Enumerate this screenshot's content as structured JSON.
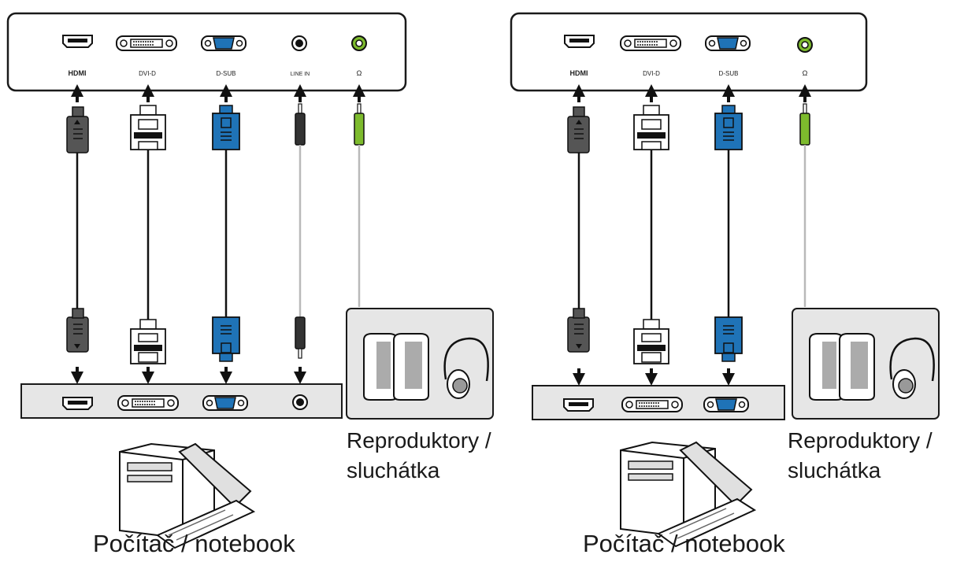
{
  "diagrams": [
    {
      "monitor_ports": [
        {
          "label": "HDMI",
          "type": "hdmi"
        },
        {
          "label": "DVI-D",
          "type": "dvi"
        },
        {
          "label": "D-SUB",
          "type": "vga"
        },
        {
          "label": "LINE IN",
          "type": "audio-in"
        },
        {
          "label": "Ω",
          "type": "headphone"
        }
      ],
      "speakers_label": [
        "Reproduktory /",
        "sluchátka"
      ],
      "computer_label": "Počítač / notebook"
    },
    {
      "monitor_ports": [
        {
          "label": "HDMI",
          "type": "hdmi"
        },
        {
          "label": "DVI-D",
          "type": "dvi"
        },
        {
          "label": "D-SUB",
          "type": "vga"
        },
        {
          "label": "Ω",
          "type": "headphone"
        }
      ],
      "speakers_label": [
        "Reproduktory /",
        "sluchátka"
      ],
      "computer_label": "Počítač / notebook"
    }
  ],
  "colors": {
    "outline": "#1a1a1a",
    "panel_fill": "#e6e6e6",
    "vga_blue": "#1f73b7",
    "audio_green": "#7dbb2d",
    "hdmi_gray": "#555555",
    "cable_gray": "#b9b9b9"
  }
}
